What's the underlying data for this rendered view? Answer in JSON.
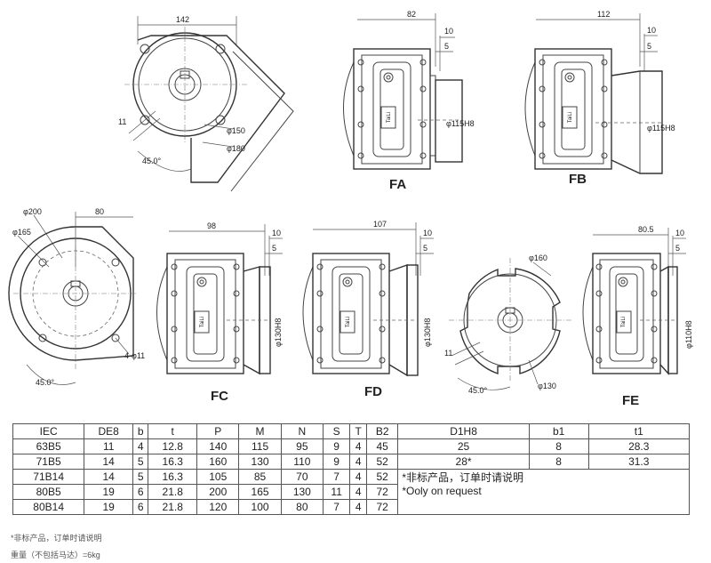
{
  "views": {
    "side": {
      "dims": {
        "width": "142",
        "bore": "φ150",
        "outer": "φ180",
        "slot": "11",
        "angle": "45.0°"
      }
    },
    "FA": {
      "label": "FA",
      "dims": {
        "length": "82",
        "d1": "10",
        "d2": "5",
        "bore": "φ115H8"
      },
      "badge": "TaiLi"
    },
    "FB": {
      "label": "FB",
      "dims": {
        "length": "112",
        "d1": "10",
        "d2": "5",
        "bore": "φ115H8"
      },
      "badge": "TaiLi"
    },
    "round": {
      "dims": {
        "outer": "φ200",
        "pcd": "φ165",
        "width": "80",
        "holes": "4-φ11",
        "angle": "45.0°"
      }
    },
    "FC": {
      "label": "FC",
      "dims": {
        "length": "98",
        "d1": "10",
        "d2": "5",
        "bore": "φ130H8"
      },
      "badge": "TaiLi"
    },
    "FD": {
      "label": "FD",
      "dims": {
        "length": "107",
        "d1": "10",
        "d2": "5",
        "bore": "φ130H8"
      },
      "badge": "TaiLi"
    },
    "slotted": {
      "dims": {
        "outer": "φ160",
        "inner": "φ130",
        "slot": "11",
        "angle": "45.0°"
      }
    },
    "FE": {
      "label": "FE",
      "dims": {
        "length": "80.5",
        "d1": "10",
        "d2": "5",
        "bore": "φ110H8"
      },
      "badge": "TaiLi"
    }
  },
  "table": {
    "headers": [
      "IEC",
      "DE8",
      "b",
      "t",
      "P",
      "M",
      "N",
      "S",
      "T",
      "B2",
      "D1H8",
      "b1",
      "t1"
    ],
    "rows": [
      [
        "63B5",
        "11",
        "4",
        "12.8",
        "140",
        "115",
        "95",
        "9",
        "4",
        "45",
        "25",
        "8",
        "28.3"
      ],
      [
        "71B5",
        "14",
        "5",
        "16.3",
        "160",
        "130",
        "110",
        "9",
        "4",
        "52",
        "28*",
        "8",
        "31.3"
      ],
      [
        "71B14",
        "14",
        "5",
        "16.3",
        "105",
        "85",
        "70",
        "7",
        "4",
        "52"
      ],
      [
        "80B5",
        "19",
        "6",
        "21.8",
        "200",
        "165",
        "130",
        "11",
        "4",
        "72"
      ],
      [
        "80B14",
        "19",
        "6",
        "21.8",
        "120",
        "100",
        "80",
        "7",
        "4",
        "72"
      ]
    ],
    "note_cn": "*非标产品，订单时请说明",
    "note_en": "*Ooly on request"
  },
  "footnotes": {
    "line1": "*非标产品，订单时请说明",
    "line2": "重量（不包括马达）=6kg"
  }
}
